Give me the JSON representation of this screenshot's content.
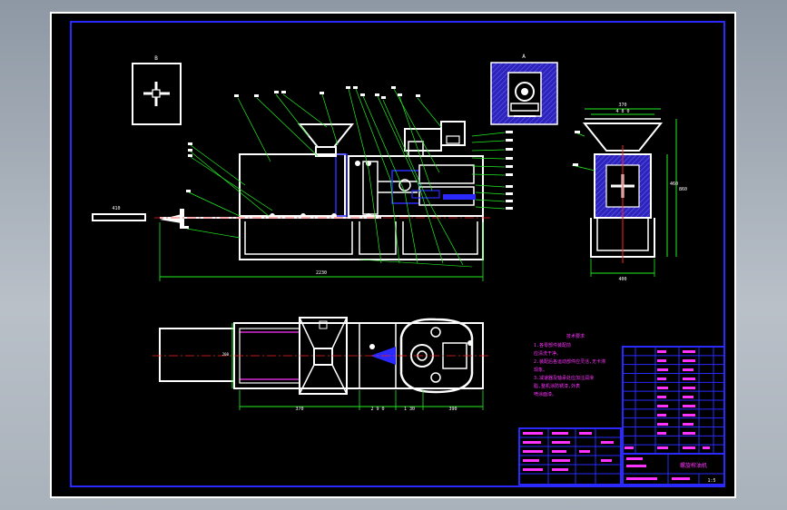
{
  "colors": {
    "background": "#000000",
    "border": "#ffffff",
    "frame": "#2a2aff",
    "part": "#ffffff",
    "dimension": "#22ee22",
    "leader": "#22ee22",
    "centerline": "#ff2222",
    "hatch": "#3b2bd4",
    "text_note": "#ff33ff",
    "title_block": "#2a2aff"
  },
  "labels": {
    "section_view_tag": "B",
    "detail_view_tag": "A",
    "side_width_dim": "370",
    "side_top_dim": "4 8 0",
    "side_height_dim": "460",
    "side_height_total_dim": "860",
    "side_base_dim": "400",
    "feed_tray_dim": "410",
    "main_length_dim": "2230",
    "plan_dim_1": "370",
    "plan_dim_2": "2 9 0",
    "plan_dim_3": "1 30",
    "plan_dim_4": "390",
    "plan_height_dim": "200"
  },
  "tech_notes": [
    "技术要求",
    "1.各零部件装配前",
    "应清洗干净。",
    "2.装配后各运动部件应灵活,无卡滞",
    "现象。",
    "3.减速器及轴承处应加注润滑",
    "脂,整机涂防锈漆,外表",
    "喷涂面漆。"
  ],
  "title_block": {
    "drawing_name": "螺旋榨油机",
    "school": "",
    "scale": "1:5"
  },
  "parts_list_rows": 12
}
